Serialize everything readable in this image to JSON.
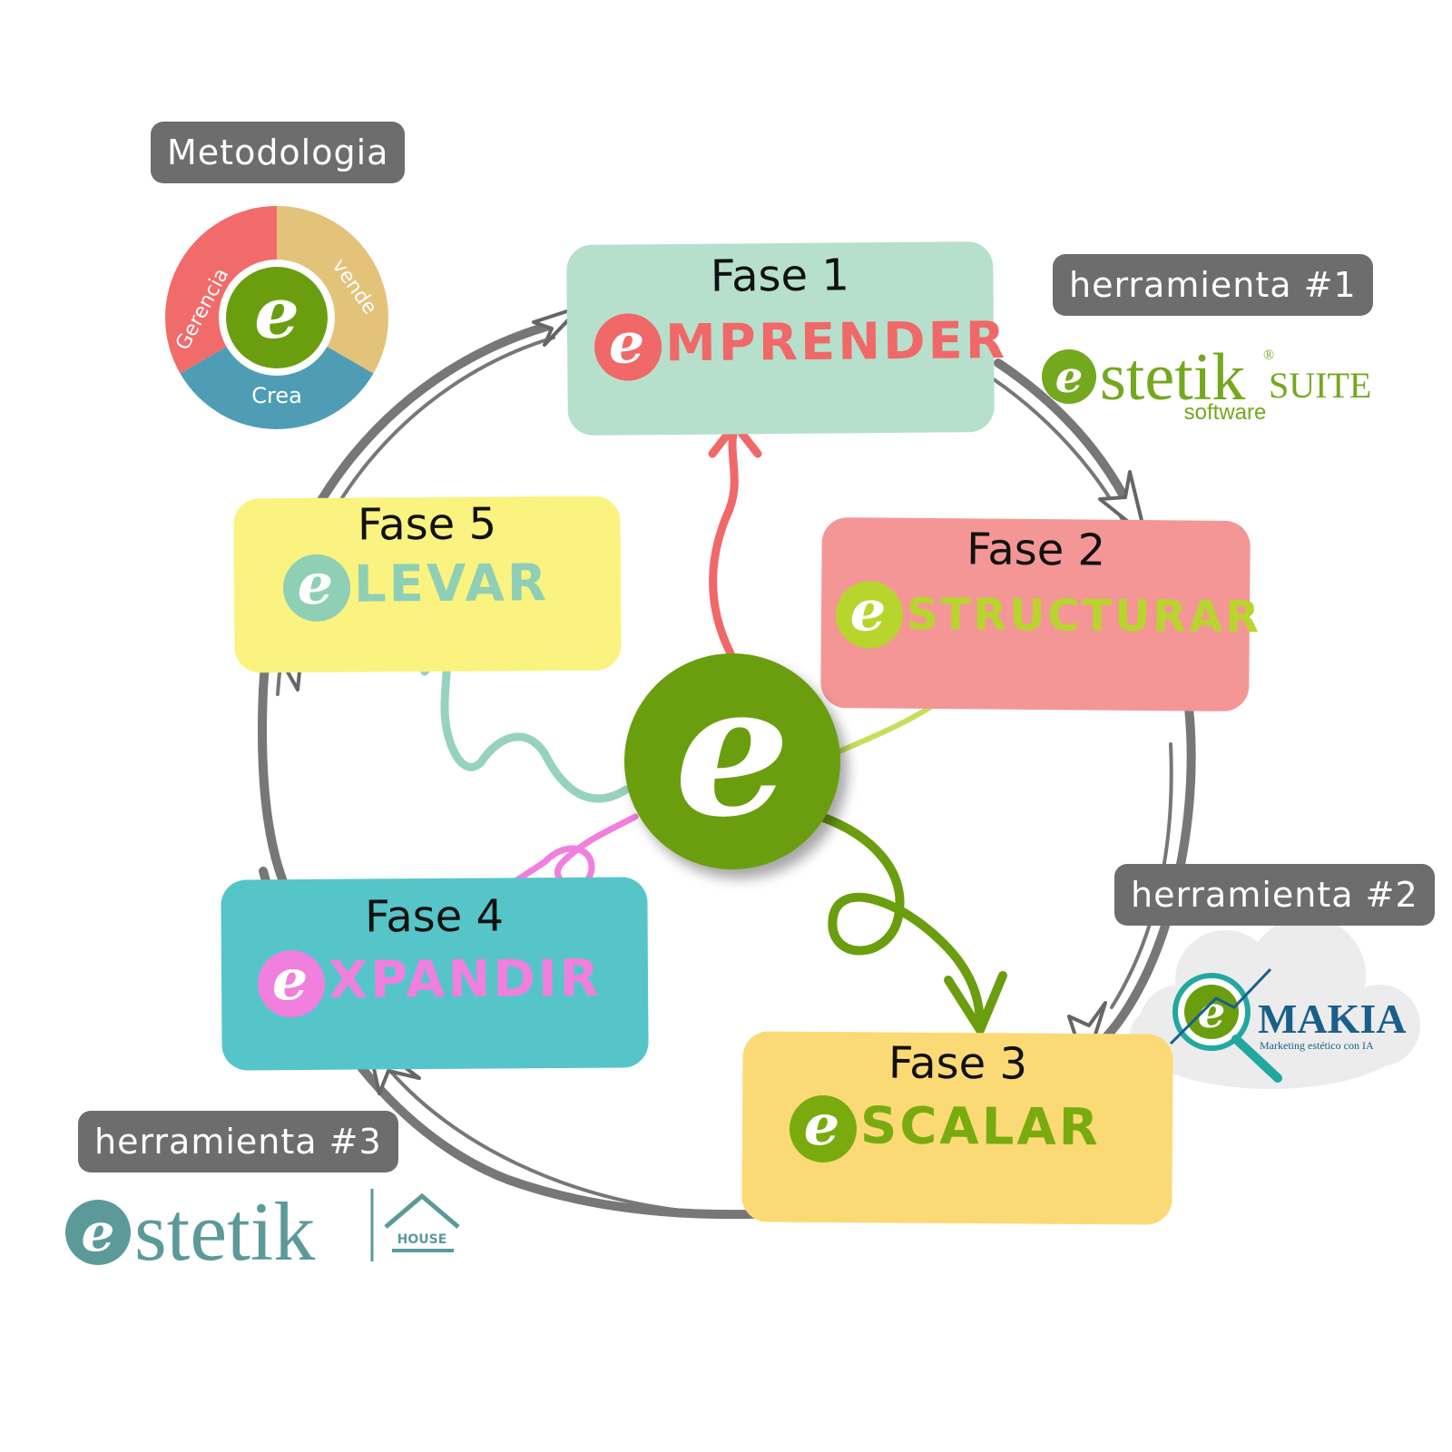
{
  "methodology": {
    "tag": "Metodologia",
    "segments": [
      {
        "label": "Gerencia",
        "color": "#f26b6b"
      },
      {
        "label": "vende",
        "color": "#e3c27a"
      },
      {
        "label": "Crea",
        "color": "#4f9db5"
      }
    ],
    "center_letter": "e"
  },
  "center": {
    "letter": "e",
    "color": "#6a9e0f"
  },
  "phases": [
    {
      "fase": "Fase 1",
      "initial": "e",
      "rest": "MPRENDER",
      "box_color": "#b6e0cc",
      "word_color": "#f06868"
    },
    {
      "fase": "Fase 2",
      "initial": "e",
      "rest": "STRUCTURAR",
      "box_color": "#f59696",
      "word_color": "#b8d52d"
    },
    {
      "fase": "Fase 3",
      "initial": "e",
      "rest": "SCALAR",
      "box_color": "#fbda76",
      "word_color": "#79ab0f"
    },
    {
      "fase": "Fase 4",
      "initial": "e",
      "rest": "XPANDIR",
      "box_color": "#56c5c9",
      "word_color": "#f07fdd"
    },
    {
      "fase": "Fase 5",
      "initial": "e",
      "rest": "LEVAR",
      "box_color": "#faf37f",
      "word_color": "#8ecfb6"
    }
  ],
  "tools": [
    {
      "tag": "herramienta #1",
      "brand_initial": "e",
      "brand_word": "stetik",
      "brand_suffix": "SUITE",
      "brand_mark": "®",
      "subtitle": "software",
      "color": "#74a81e"
    },
    {
      "tag": "herramienta #2",
      "brand_initial": "e",
      "brand_word": "MAKIA",
      "subtitle": "Marketing estético con IA",
      "color": "#1a5f8a",
      "accent": "#21a8a0"
    },
    {
      "tag": "herramienta #3",
      "brand_initial": "e",
      "brand_word": "stetik",
      "house_label": "HOUSE",
      "color": "#5b9a99"
    }
  ]
}
